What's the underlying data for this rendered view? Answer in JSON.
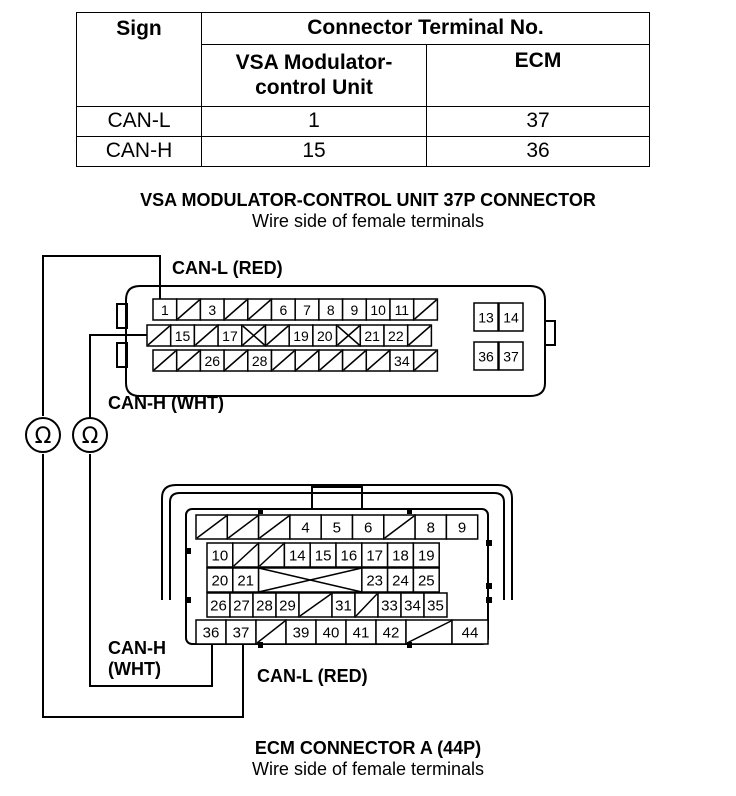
{
  "table": {
    "sign_header": "Sign",
    "terminal_header": "Connector Terminal No.",
    "vsa_header_line1": "VSA Modulator-",
    "vsa_header_line2": "control Unit",
    "ecm_header": "ECM",
    "rows": [
      {
        "sign": "CAN-L",
        "vsa": "1",
        "ecm": "37"
      },
      {
        "sign": "CAN-H",
        "vsa": "15",
        "ecm": "36"
      }
    ]
  },
  "vsa_connector": {
    "title": "VSA MODULATOR-CONTROL UNIT 37P CONNECTOR",
    "subtitle": "Wire side of female terminals",
    "can_l_label": "CAN-L (RED)",
    "can_h_label": "CAN-H (WHT)",
    "row1": [
      "1",
      "",
      "3",
      "",
      "",
      "6",
      "7",
      "8",
      "9",
      "10",
      "11",
      ""
    ],
    "row2": [
      "",
      "15",
      "",
      "17",
      "X",
      "",
      "19",
      "20",
      "X",
      "21",
      "22",
      ""
    ],
    "row3": [
      "",
      "",
      "26",
      "",
      "28",
      "",
      "",
      "",
      "",
      "",
      "34",
      ""
    ],
    "right_block": [
      "13",
      "14",
      "36",
      "37"
    ]
  },
  "ecm_connector": {
    "title": "ECM CONNECTOR A (44P)",
    "subtitle": "Wire side of female terminals",
    "can_h_label_line1": "CAN-H",
    "can_h_label_line2": "(WHT)",
    "can_l_label": "CAN-L (RED)",
    "row1": [
      "",
      "",
      "",
      "4",
      "5",
      "6",
      "",
      "8",
      "9"
    ],
    "row2": [
      "10",
      "",
      "",
      "14",
      "15",
      "16",
      "17",
      "18",
      "19"
    ],
    "row3": [
      "20",
      "21",
      "",
      "",
      "",
      "",
      "23",
      "24",
      "25"
    ],
    "row4": [
      "26",
      "27",
      "28",
      "29",
      "",
      "31",
      "",
      "33",
      "34",
      "35"
    ],
    "row5": [
      "36",
      "37",
      "",
      "39",
      "40",
      "41",
      "42",
      "",
      "44"
    ]
  },
  "meter_symbol": "Ω"
}
